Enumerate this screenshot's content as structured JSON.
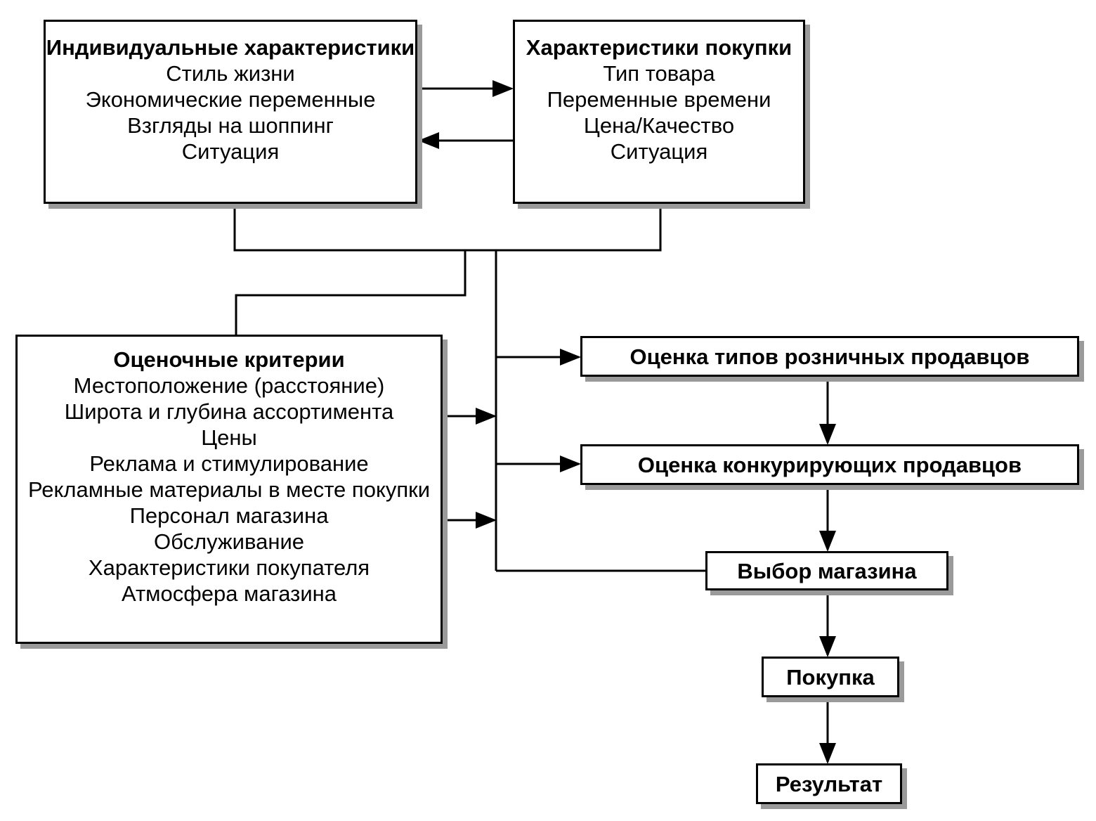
{
  "individual": {
    "title": "Индивидуальные характеристики",
    "items": [
      "Стиль жизни",
      "Экономические переменные",
      "Взгляды на шоппинг",
      "Ситуация"
    ]
  },
  "purchase_chars": {
    "title": "Характеристики покупки",
    "items": [
      "Тип товара",
      "Переменные времени",
      "Цена/Качество",
      "Ситуация"
    ]
  },
  "criteria": {
    "title": "Оценочные критерии",
    "items": [
      "Местоположение (расстояние)",
      "Широта и глубина ассортимента",
      "Цены",
      "Реклама и стимулирование",
      "Рекламные материалы в месте покупки",
      "Персонал магазина",
      "Обслуживание",
      "Характеристики покупателя",
      "Атмосфера магазина"
    ]
  },
  "flow": {
    "retailer_types": "Оценка типов розничных продавцов",
    "competing": "Оценка конкурирующих продавцов",
    "store_choice": "Выбор магазина",
    "purchase": "Покупка",
    "result": "Результат"
  }
}
